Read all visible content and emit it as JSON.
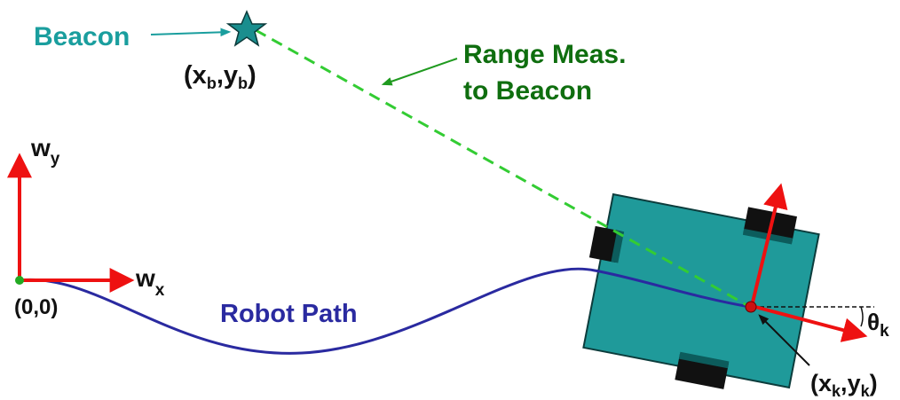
{
  "labels": {
    "beacon": "Beacon",
    "beacon_pos_x": "x",
    "beacon_pos_xsub": "b",
    "beacon_pos_y": "y",
    "beacon_pos_ysub": "b",
    "range_line1": "Range Meas.",
    "range_line2": "to Beacon",
    "world_y": "w",
    "world_y_sub": "y",
    "world_x": "w",
    "world_x_sub": "x",
    "origin": "(0,0)",
    "robot_path": "Robot Path",
    "theta": "θ",
    "theta_sub": "k",
    "robot_pos_x": "x",
    "robot_pos_xsub": "k",
    "robot_pos_y": "y",
    "robot_pos_ysub": "k"
  },
  "colors": {
    "beacon": "#1a9e9e",
    "range": "#0f6e0f",
    "dashed_range": "#33cc33",
    "axis": "#ee1111",
    "path": "#2a2aa0",
    "robot_body": "#1f9a9a",
    "wheel": "#111111",
    "text": "#111111"
  }
}
